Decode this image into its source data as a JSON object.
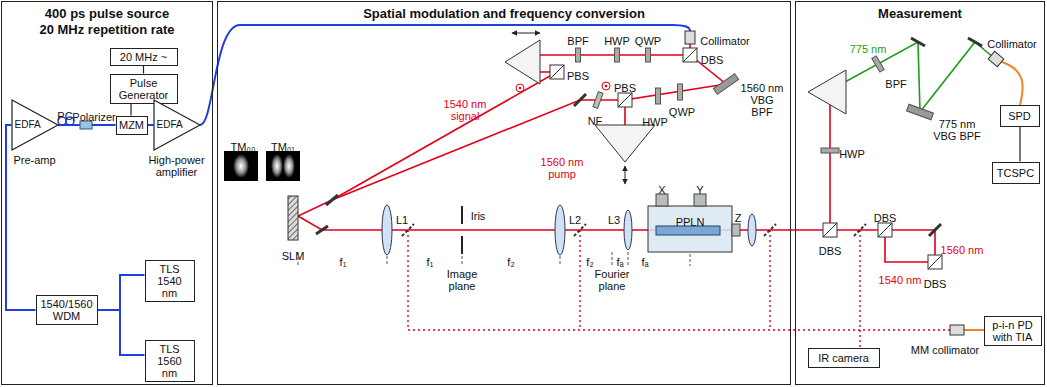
{
  "diagram": {
    "nodes": [
      {
        "text": [
          "400 ps pulse source 20 MHz repetition rate"
        ]
      },
      {
        "text": [
          "20 MHz ~"
        ],
        "in": 0
      },
      {
        "text": [
          "Pulse Generator"
        ],
        "in": 0
      },
      {
        "text": [
          "MZM"
        ],
        "in": 0
      },
      {
        "text": [
          "EDFA",
          "Pre-amp"
        ],
        "in": 0
      },
      {
        "text": [
          "EDFA",
          "High-power amplifier"
        ],
        "in": 0
      },
      {
        "text": [
          "1540/1560 WDM"
        ],
        "in": 0
      },
      {
        "text": [
          "TLS 1540 nm"
        ],
        "in": 0
      },
      {
        "text": [
          "TLS 1560 nm"
        ],
        "in": 0
      },
      {
        "text": [
          "Spatial modulation and frequency conversion"
        ]
      },
      {
        "text": [
          "Measurement"
        ]
      },
      {
        "text": [
          "SPD"
        ],
        "in": 10
      },
      {
        "text": [
          "TCSPC"
        ],
        "in": 10
      },
      {
        "text": [
          "p-i-n PD with TIA"
        ],
        "in": 10
      },
      {
        "text": [
          "IR camera"
        ],
        "in": 10
      }
    ],
    "edges": [
      {
        "from": 1,
        "to": 2,
        "arrow": "none"
      },
      {
        "from": 2,
        "to": 3,
        "arrow": "none"
      },
      {
        "from": 4,
        "to": 3,
        "arrow": "none"
      },
      {
        "from": 3,
        "to": 5,
        "arrow": "none"
      },
      {
        "from": 6,
        "to": 4,
        "arrow": "none"
      },
      {
        "from": 6,
        "to": 7,
        "arrow": "none"
      },
      {
        "from": 6,
        "to": 8,
        "arrow": "none"
      },
      {
        "from": 11,
        "to": 12,
        "arrow": "none"
      }
    ],
    "labels": [
      "PC",
      "Polarizer",
      "TM₀₀",
      "TM₀₁",
      "Collimator",
      "BPF",
      "HWP",
      "QWP",
      "DBS",
      "1560 nm VBG BPF",
      "PBS",
      "PBS",
      "NF",
      "QWP",
      "HWP",
      "1540 nm signal",
      "1560 nm pump",
      "SLM",
      "L1",
      "Iris",
      "L2",
      "L3",
      "f₁",
      "f₁",
      "f₂",
      "f₂",
      "fₐ",
      "fₐ",
      "Image plane",
      "Fourier plane",
      "PPLN",
      "X",
      "Y",
      "Z",
      "775 nm",
      "BPF",
      "Collimator",
      "775 nm VBG BPF",
      "HWP",
      "DBS",
      "DBS",
      "DBS",
      "1560 nm",
      "1540 nm",
      "MM collimator"
    ]
  }
}
